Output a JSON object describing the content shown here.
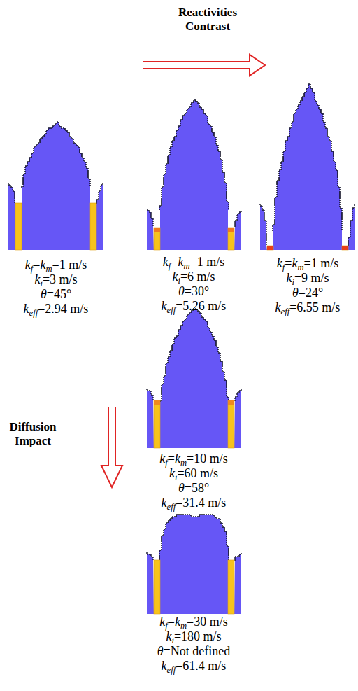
{
  "diagram": {
    "labels": [
      "Reactivities Contrast",
      "kf=km=1 m/s",
      "ki=3 m/s",
      "θ=45°",
      "keff=2.94 m/s",
      "kf=km=1 m/s",
      "ki=6 m/s",
      "θ=30°",
      "keff=5.26 m/s",
      "kf=km=1 m/s",
      "ki=9 m/s",
      "θ=24°",
      "keff=6.55 m/s",
      "Diffusion Impact",
      "kf=km=10 m/s",
      "ki=60 m/s",
      "θ=58°",
      "keff=31.4 m/s",
      "kf=km=30 m/s",
      "ki=180 m/s",
      "θ=Not defined",
      "keff=61.4 m/s"
    ]
  }
}
